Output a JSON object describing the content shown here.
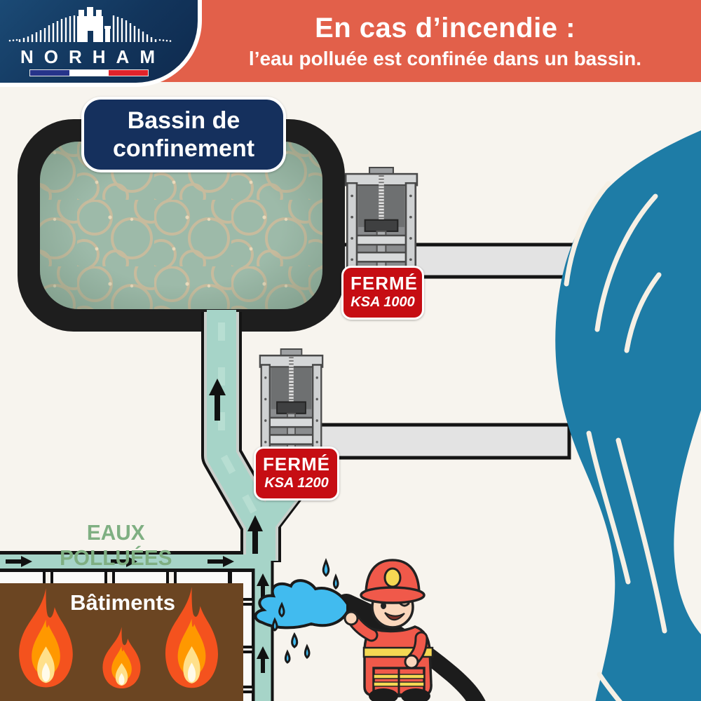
{
  "header": {
    "title": "En cas d’incendie :",
    "subtitle": "l’eau polluée est confinée dans un bassin.",
    "bg_color": "#E2604A",
    "text_color": "#FFFFFF"
  },
  "logo": {
    "brand": "NORHAM",
    "bg_color": "#12355C",
    "flag_colors": [
      "#26348B",
      "#FFFFFF",
      "#E1232B"
    ],
    "icon": "castle-bridge-icon"
  },
  "diagram": {
    "basin": {
      "label": "Bassin de confinement",
      "water_color": "#9DBAA9",
      "caustic_color": "#D8BC99",
      "border_color": "#1E1E1E"
    },
    "valves": [
      {
        "status": "FERMÉ",
        "model": "KSA 1000",
        "badge_color": "#C60D13",
        "icon": "penstock-valve-icon"
      },
      {
        "status": "FERMÉ",
        "model": "KSA 1200",
        "badge_color": "#C60D13",
        "icon": "penstock-valve-icon"
      }
    ],
    "labels": {
      "polluted_water": "EAUX POLLUÉES",
      "polluted_water_color": "#7FAF82",
      "buildings": "Bâtiments",
      "buildings_bg_color": "#6B4522"
    },
    "river_color": "#1E7CA6",
    "channel_color": "#A6D4C8",
    "pipe_color": "#E3E3E3",
    "flame_icon_count": 3,
    "flow_arrows": {
      "up_count": 4,
      "right_count": 3,
      "color": "#111111"
    },
    "characters": [
      {
        "icon": "firefighter-icon",
        "spray_color": "#41BBEF"
      }
    ]
  }
}
